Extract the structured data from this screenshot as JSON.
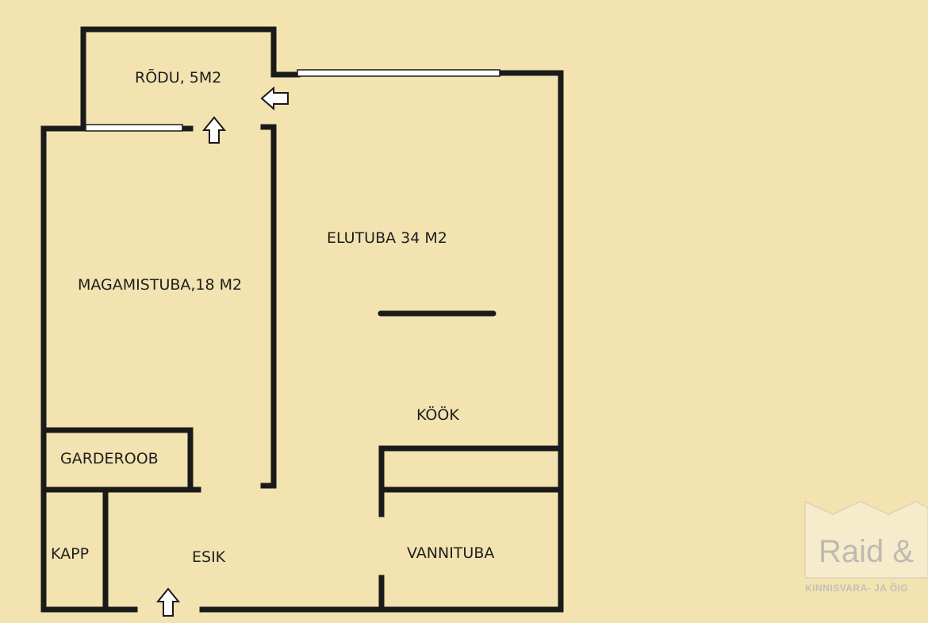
{
  "rooms": {
    "balcony": "RÕDU, 5M2",
    "living_room": "ELUTUBA 34 M2",
    "bedroom": "MAGAMISTUBA,18 M2",
    "kitchen": "KÖÖK",
    "wardrobe": "GARDEROOB",
    "closet": "KAPP",
    "hallway": "ESIK",
    "bathroom": "VANNITUBA"
  },
  "watermark": {
    "brand": "Raid &",
    "tagline": "KINNISVARA- JA ÕIG"
  },
  "colors": {
    "background": "#f2e3b0",
    "walls": "#1a1a1a",
    "windows": "#ffffff",
    "arrows": "#ffffff"
  }
}
